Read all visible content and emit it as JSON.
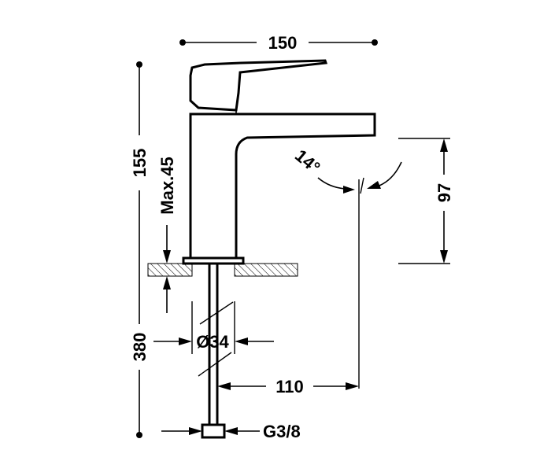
{
  "dimensions": {
    "overall_width": "150",
    "overall_height": "155",
    "max_thickness": "Max.45",
    "spout_height": "97",
    "spout_angle": "14°",
    "hose_length": "380",
    "hole_diameter": "Ø34",
    "spout_reach": "110",
    "connection": "G3/8"
  }
}
